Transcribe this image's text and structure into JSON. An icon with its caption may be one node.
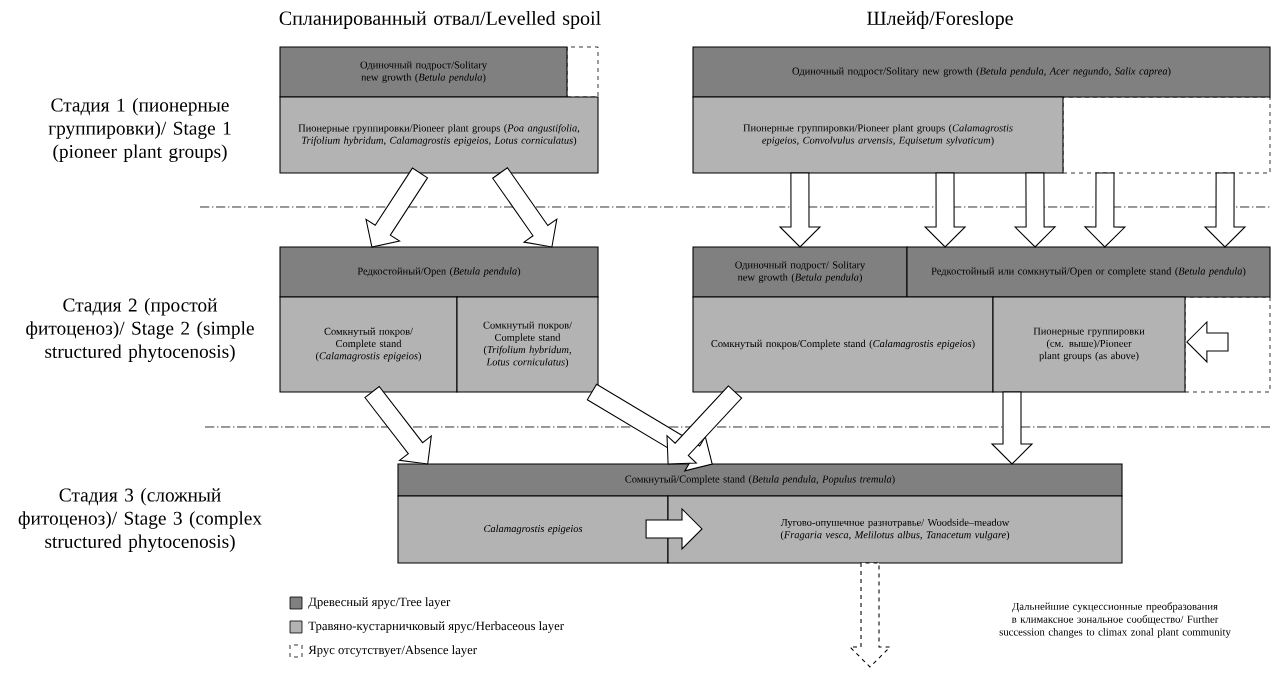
{
  "diagram": {
    "nodes": [
      {
        "text": [
          "Одиночный подрост/Solitary new growth (*Betula pendula*)"
        ]
      },
      {
        "text": [],
        "shape": "box"
      },
      {
        "text": [
          "Одиночный подрост/Solitary new growth (*Betula pendula*, *Acer negundo*, *Salix caprea*)"
        ]
      },
      {
        "text": [
          "Пионерные группировки/Pioneer plant groups (*Poa angustifolia*, *Trifolium hybridum*, *Calamagrostis epigeios*, *Lotus corniculatus*)"
        ]
      },
      {
        "text": [
          "Пионерные группировки/Pioneer plant groups (*Calamagrostis epigeios*, *Convolvulus arvensis*, *Equisetum sylvaticum*)"
        ]
      },
      {
        "text": [],
        "shape": "box"
      },
      {
        "text": [
          "Редкостойный/Open (*Betula pendula*)"
        ]
      },
      {
        "text": [
          "Одиночный подрост/ Solitary new growth (*Betula pendula*)"
        ]
      },
      {
        "text": [
          "Редкостойный или сомкнутый/Open or complete stand (*Betula pendula*)"
        ]
      },
      {
        "text": [
          "Сомкнутый покров/ Complete stand (*Calamagrostis epigeios*)"
        ]
      },
      {
        "text": [
          "Сомкнутый покров/ Complete stand (*Trifolium hybridum*, *Lotus corniculatus*)"
        ]
      },
      {
        "text": [
          "Сомкнутый покров/Complete stand (*Calamagrostis epigeios*)"
        ]
      },
      {
        "text": [
          "Пионерные группировки (см. выше)/Pioneer plant groups (as above)"
        ]
      },
      {
        "text": [],
        "shape": "box"
      },
      {
        "text": [
          "Сомкнутый/Complete stand (*Betula pendula*, *Populus tremula*)"
        ]
      },
      {
        "text": [
          "Calamagrostis epigeios"
        ]
      },
      {
        "text": [
          "Лугово-опушечное разнотравье/ Woodside–meadow (*Fragaria vesca*, *Melilotus albus*, *Tanacetum vulgare*)"
        ]
      }
    ],
    "edges": [
      {
        "from": 3,
        "to": 6,
        "arrow": "to"
      },
      {
        "from": 3,
        "to": 6,
        "arrow": "to"
      },
      {
        "from": 4,
        "to": 7,
        "arrow": "to"
      },
      {
        "from": 4,
        "to": 8,
        "arrow": "to"
      },
      {
        "from": 4,
        "to": 8,
        "arrow": "to"
      },
      {
        "from": 5,
        "to": 8,
        "arrow": "to"
      },
      {
        "from": 5,
        "to": 8,
        "arrow": "to"
      },
      {
        "from": 13,
        "to": 12,
        "arrow": "to"
      },
      {
        "from": 9,
        "to": 14,
        "arrow": "to"
      },
      {
        "from": 10,
        "to": 14,
        "arrow": "to"
      },
      {
        "from": 11,
        "to": 14,
        "arrow": "to"
      },
      {
        "from": 12,
        "to": 14,
        "arrow": "to"
      },
      {
        "from": 15,
        "to": 16,
        "arrow": "to"
      },
      {
        "from": 16,
        "to": null,
        "arrow": "to",
        "style": "dashed"
      }
    ],
    "labels": [
      "Спланированный отвал/Levelled spoil",
      "Шлейф/Foreslope",
      "Стадия 1 (пионерные группировки)/ Stage 1 (pioneer plant groups)",
      "Стадия 2 (простой фитоценоз)/ Stage 2 (simple structured phytocenosis)",
      "Стадия 3 (сложный фитоценоз)/ Stage 3 (complex structured phytocenosis)",
      "Дальнейшие сукцессионные преобразования в климаксное зональное сообщество/ Further succession changes to climax zonal plant community"
    ],
    "legend": [
      {
        "text": "Древесный ярус/Tree layer",
        "color": "#808080"
      },
      {
        "text": "Травяно-кустарничковый ярус/Herbaceous layer",
        "color": "#b3b3b3"
      },
      {
        "text": "Ярус отсутствует/Absence layer"
      }
    ]
  }
}
